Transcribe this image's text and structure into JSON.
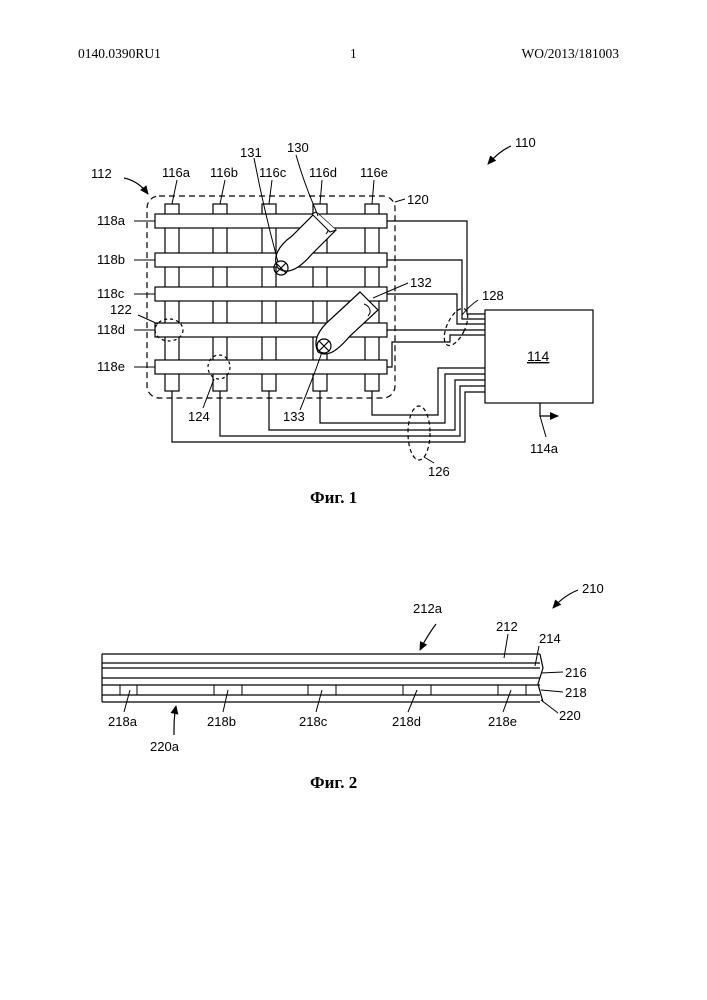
{
  "header": {
    "left": "0140.0390RU1",
    "page": "1",
    "right": "WO/2013/181003"
  },
  "fig1": {
    "caption": "Фиг. 1",
    "labels": {
      "system": "110",
      "panel": "112",
      "processor": "114",
      "output": "114a",
      "col_a": "116a",
      "col_b": "116b",
      "col_c": "116c",
      "col_d": "116d",
      "col_e": "116e",
      "row_a": "118a",
      "row_b": "118b",
      "row_c": "118c",
      "row_d": "118d",
      "row_e": "118e",
      "border": "120",
      "node_row": "122",
      "node_col": "124",
      "col_bus": "126",
      "row_bus": "128",
      "finger1": "130",
      "touch1": "131",
      "finger2": "132",
      "touch2": "133"
    }
  },
  "fig2": {
    "caption": "Фиг. 2",
    "labels": {
      "stack": "210",
      "layer_212": "212",
      "surface_212a": "212a",
      "layer_214": "214",
      "layer_216": "216",
      "layer_218": "218",
      "layer_220": "220",
      "surface_220a": "220a",
      "el_a": "218a",
      "el_b": "218b",
      "el_c": "218c",
      "el_d": "218d",
      "el_e": "218e"
    }
  }
}
